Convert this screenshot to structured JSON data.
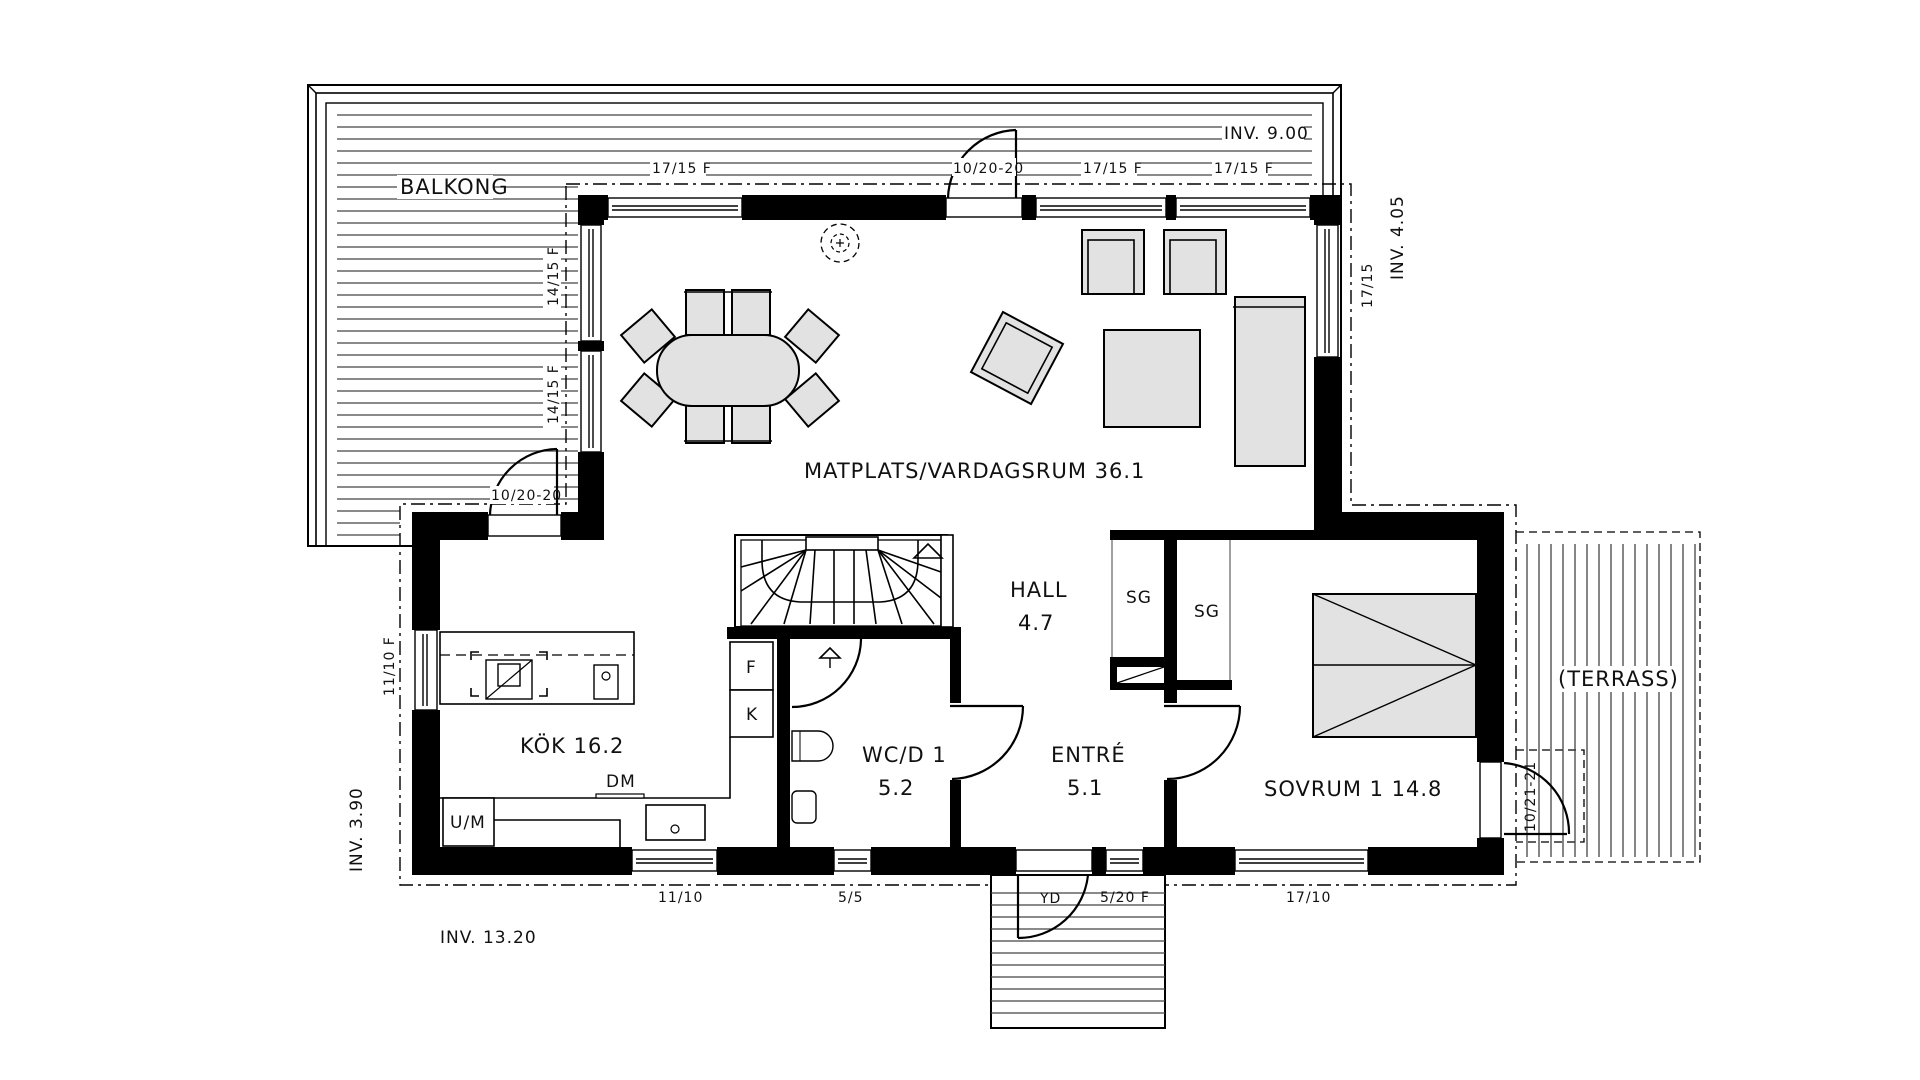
{
  "plan": {
    "title": "Floor plan",
    "colors": {
      "wall": "#000000",
      "furniture_fill": "#e2e2e2",
      "background": "#ffffff"
    },
    "rooms": [
      {
        "id": "balkong",
        "name": "BALKONG",
        "area": ""
      },
      {
        "id": "matplats",
        "name": "MATPLATS/VARDAGSRUM 36.1",
        "area": "36.1"
      },
      {
        "id": "hall",
        "name": "HALL",
        "area": "4.7"
      },
      {
        "id": "kok",
        "name": "KÖK 16.2",
        "area": "16.2"
      },
      {
        "id": "wc",
        "name": "WC/D 1",
        "area": "5.2"
      },
      {
        "id": "entre",
        "name": "ENTRÉ",
        "area": "5.1"
      },
      {
        "id": "sovrum",
        "name": "SOVRUM 1 14.8",
        "area": "14.8"
      },
      {
        "id": "terrass",
        "name": "(TERRASS)",
        "area": ""
      }
    ],
    "fixtures": {
      "sg1": "SG",
      "sg2": "SG",
      "f": "F",
      "k": "K",
      "dm": "DM",
      "um": "U/M",
      "yd": "YD"
    },
    "dimensions": {
      "inv_top": "INV. 9.00",
      "inv_right": "INV. 4.05",
      "inv_left": "INV. 3.90",
      "inv_bottom": "INV. 13.20",
      "win_top_1": "17/15 F",
      "door_top": "10/20-20",
      "win_top_2": "17/15 F",
      "win_top_3": "17/15 F",
      "win_left_1": "14/15 F",
      "win_left_2": "14/15 F",
      "door_balcony": "10/20-20",
      "win_kitchen_left": "11/10 F",
      "win_right": "17/15",
      "win_bottom_1": "11/10",
      "win_bottom_2": "5/5",
      "win_bottom_3": "5/20 F",
      "win_bottom_4": "17/10",
      "door_terrace": "10/21-21"
    }
  }
}
